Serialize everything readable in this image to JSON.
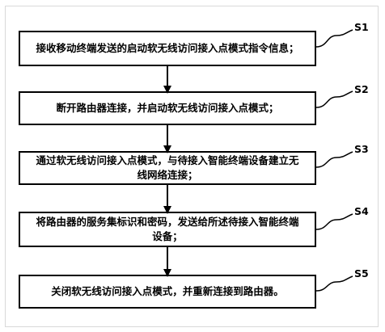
{
  "steps": [
    {
      "id": "S1",
      "text": "接收移动终端发送的启动软无线访问接入点模式指令信息；"
    },
    {
      "id": "S2",
      "text": "断开路由器连接，并启动软无线访问接入点模式；"
    },
    {
      "id": "S3",
      "text": "通过软无线访问接入点模式，与待接入智能终端设备建立无线网络连接；"
    },
    {
      "id": "S4",
      "text": "将路由器的服务集标识和密码，发送给所述待接入智能终端设备；"
    },
    {
      "id": "S5",
      "text": "关闭软无线访问接入点模式，并重新连接到路由器。"
    }
  ],
  "colors": {
    "stroke": "#000000",
    "background": "#ffffff"
  }
}
